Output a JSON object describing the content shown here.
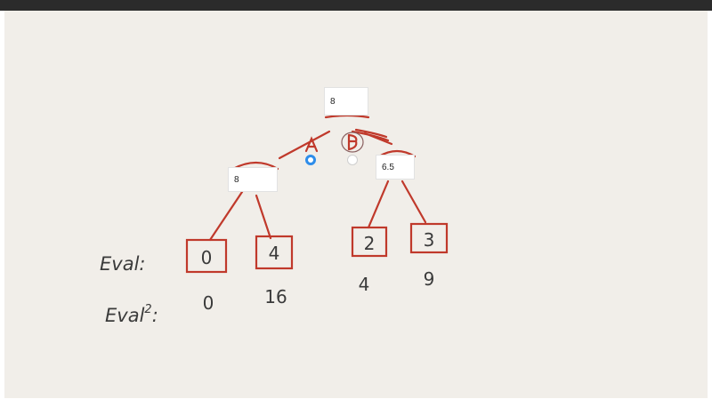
{
  "answers": {
    "root": "8",
    "left": "8",
    "right": "6.5"
  },
  "choices": {
    "option_a": "A",
    "option_b": "B",
    "selected": "A"
  },
  "leaves": [
    {
      "eval": "0",
      "eval_squared": "0"
    },
    {
      "eval": "4",
      "eval_squared": "16"
    },
    {
      "eval": "2",
      "eval_squared": "4"
    },
    {
      "eval": "3",
      "eval_squared": "9"
    }
  ],
  "row_labels": {
    "eval": "Eval:",
    "eval_squared": "Eval",
    "eval_squared_exponent": "2",
    "eval_squared_colon": ":"
  },
  "colors": {
    "ink_red": "#c0392b",
    "ink_dark": "#3a3a3a",
    "paper": "#f1eee9",
    "radio_selected": "#2e8dea"
  }
}
